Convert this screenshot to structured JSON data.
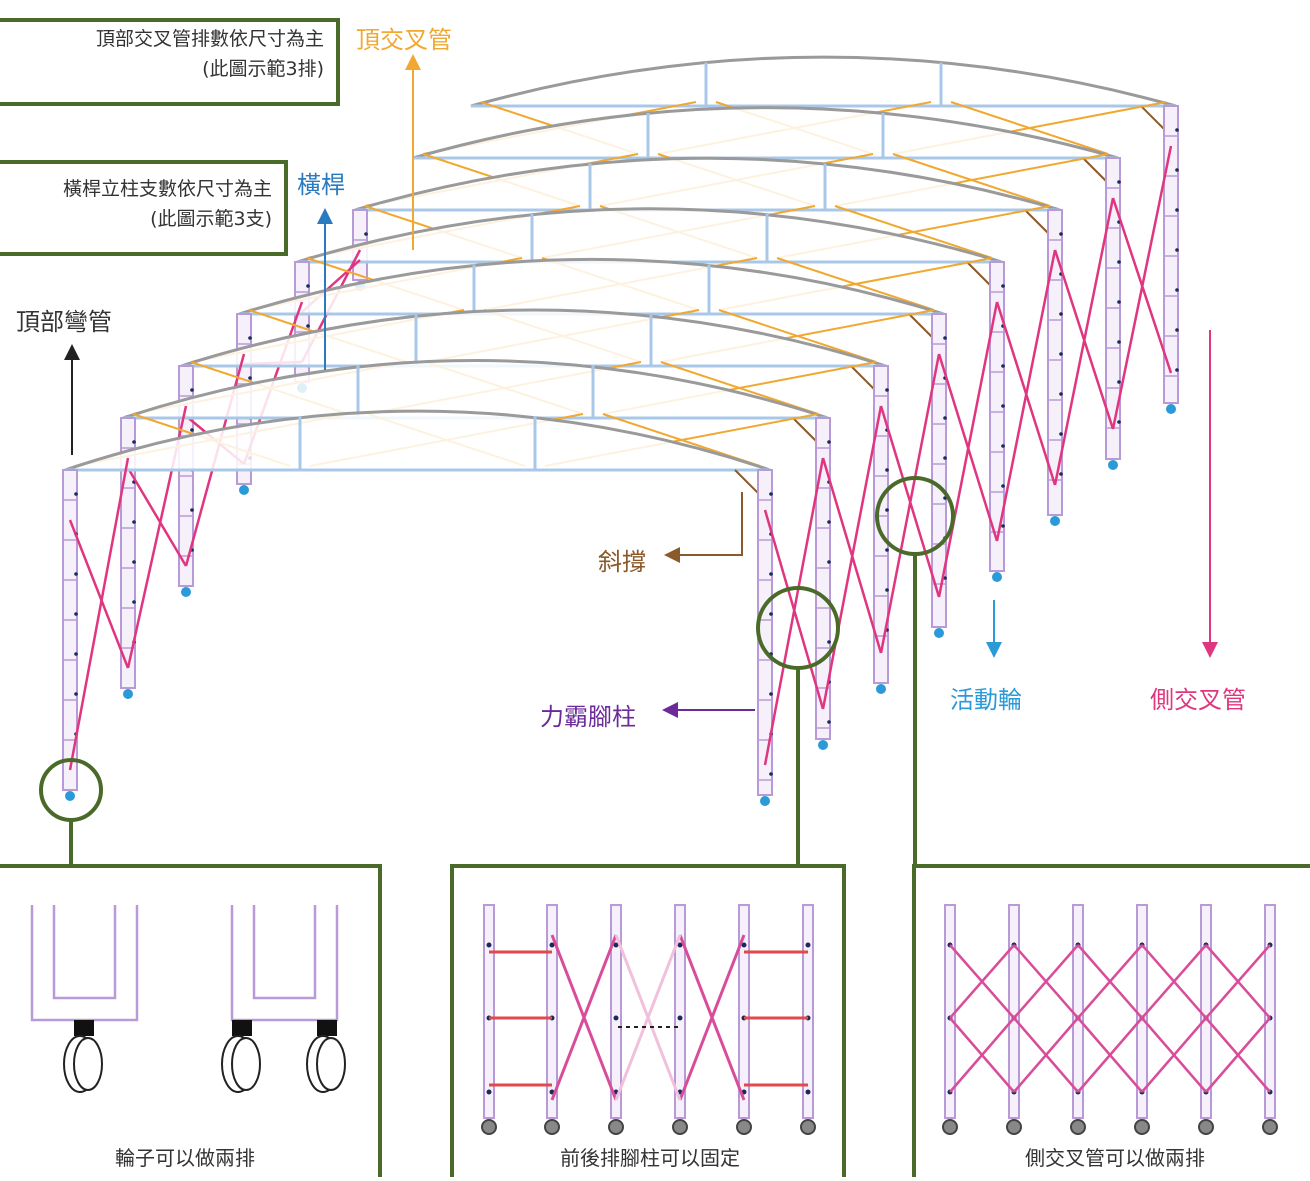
{
  "notes": {
    "top_cross": {
      "line1": "頂部交叉管排數依尺寸為主",
      "line2": "(此圖示範3排)"
    },
    "crossbar": {
      "line1": "橫桿立柱支數依尺寸為主",
      "line2": "(此圖示範3支)"
    }
  },
  "labels": {
    "top_cross_pipe": "頂交叉管",
    "crossbar": "橫桿",
    "top_bend_pipe": "頂部彎管",
    "brace": "斜撐",
    "pillar": "力霸腳柱",
    "caster": "活動輪",
    "side_cross_pipe": "側交叉管"
  },
  "panels": [
    {
      "caption": "輪子可以做兩排"
    },
    {
      "caption": "前後排腳柱可以固定"
    },
    {
      "caption": "側交叉管可以做兩排"
    }
  ],
  "colors": {
    "frame_blue": "#a9c8e8",
    "arch_gray": "#9a9a9a",
    "cross_orange": "#f0a830",
    "side_magenta": "#e0357f",
    "pillar_lilac": "#b99ad8",
    "brace_brown": "#8a5a2a",
    "callout_green": "#4a6a2a",
    "caster_blue": "#2a9ad8",
    "pillar_purple": "#6a2a9a"
  }
}
